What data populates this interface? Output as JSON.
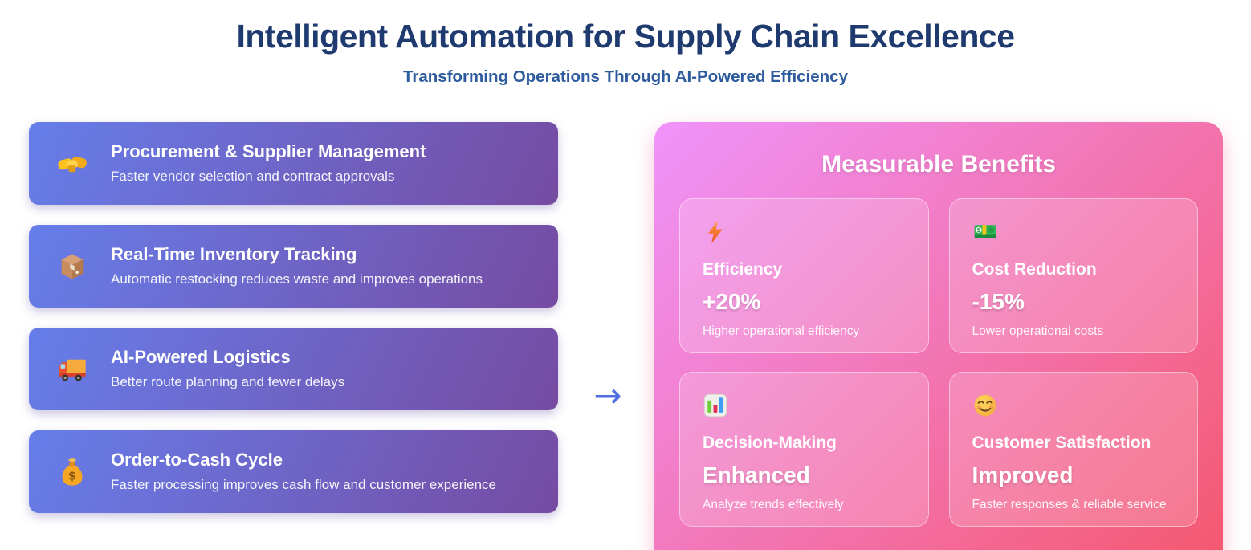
{
  "header": {
    "title": "Intelligent Automation for Supply Chain Excellence",
    "subtitle": "Transforming Operations Through AI-Powered Efficiency"
  },
  "process": {
    "items": [
      {
        "icon": "handshake-icon",
        "title": "Procurement & Supplier Management",
        "description": "Faster vendor selection and contract approvals"
      },
      {
        "icon": "package-icon",
        "title": "Real-Time Inventory Tracking",
        "description": "Automatic restocking reduces waste and improves operations"
      },
      {
        "icon": "truck-icon",
        "title": "AI-Powered Logistics",
        "description": "Better route planning and fewer delays"
      },
      {
        "icon": "money-bag-icon",
        "title": "Order-to-Cash Cycle",
        "description": "Faster processing improves cash flow and customer experience"
      }
    ]
  },
  "arrow": {
    "glyph": "→"
  },
  "benefits": {
    "title": "Measurable Benefits",
    "items": [
      {
        "icon": "lightning-icon",
        "title": "Efficiency",
        "value": "+20%",
        "description": "Higher operational efficiency"
      },
      {
        "icon": "banknote-icon",
        "title": "Cost Reduction",
        "value": "-15%",
        "description": "Lower operational costs"
      },
      {
        "icon": "bar-chart-icon",
        "title": "Decision-Making",
        "value": "Enhanced",
        "description": "Analyze trends effectively"
      },
      {
        "icon": "smiley-icon",
        "title": "Customer Satisfaction",
        "value": "Improved",
        "description": "Faster responses & reliable service"
      }
    ]
  },
  "colors": {
    "title_text": "#1e3a6e",
    "subtitle_text": "#2d5b9e",
    "process_gradient_start": "#667eea",
    "process_gradient_end": "#764ba2",
    "benefits_gradient_start": "#f093fb",
    "benefits_gradient_end": "#f5576c",
    "arrow": "#4f6fe0",
    "card_text": "#ffffff"
  }
}
